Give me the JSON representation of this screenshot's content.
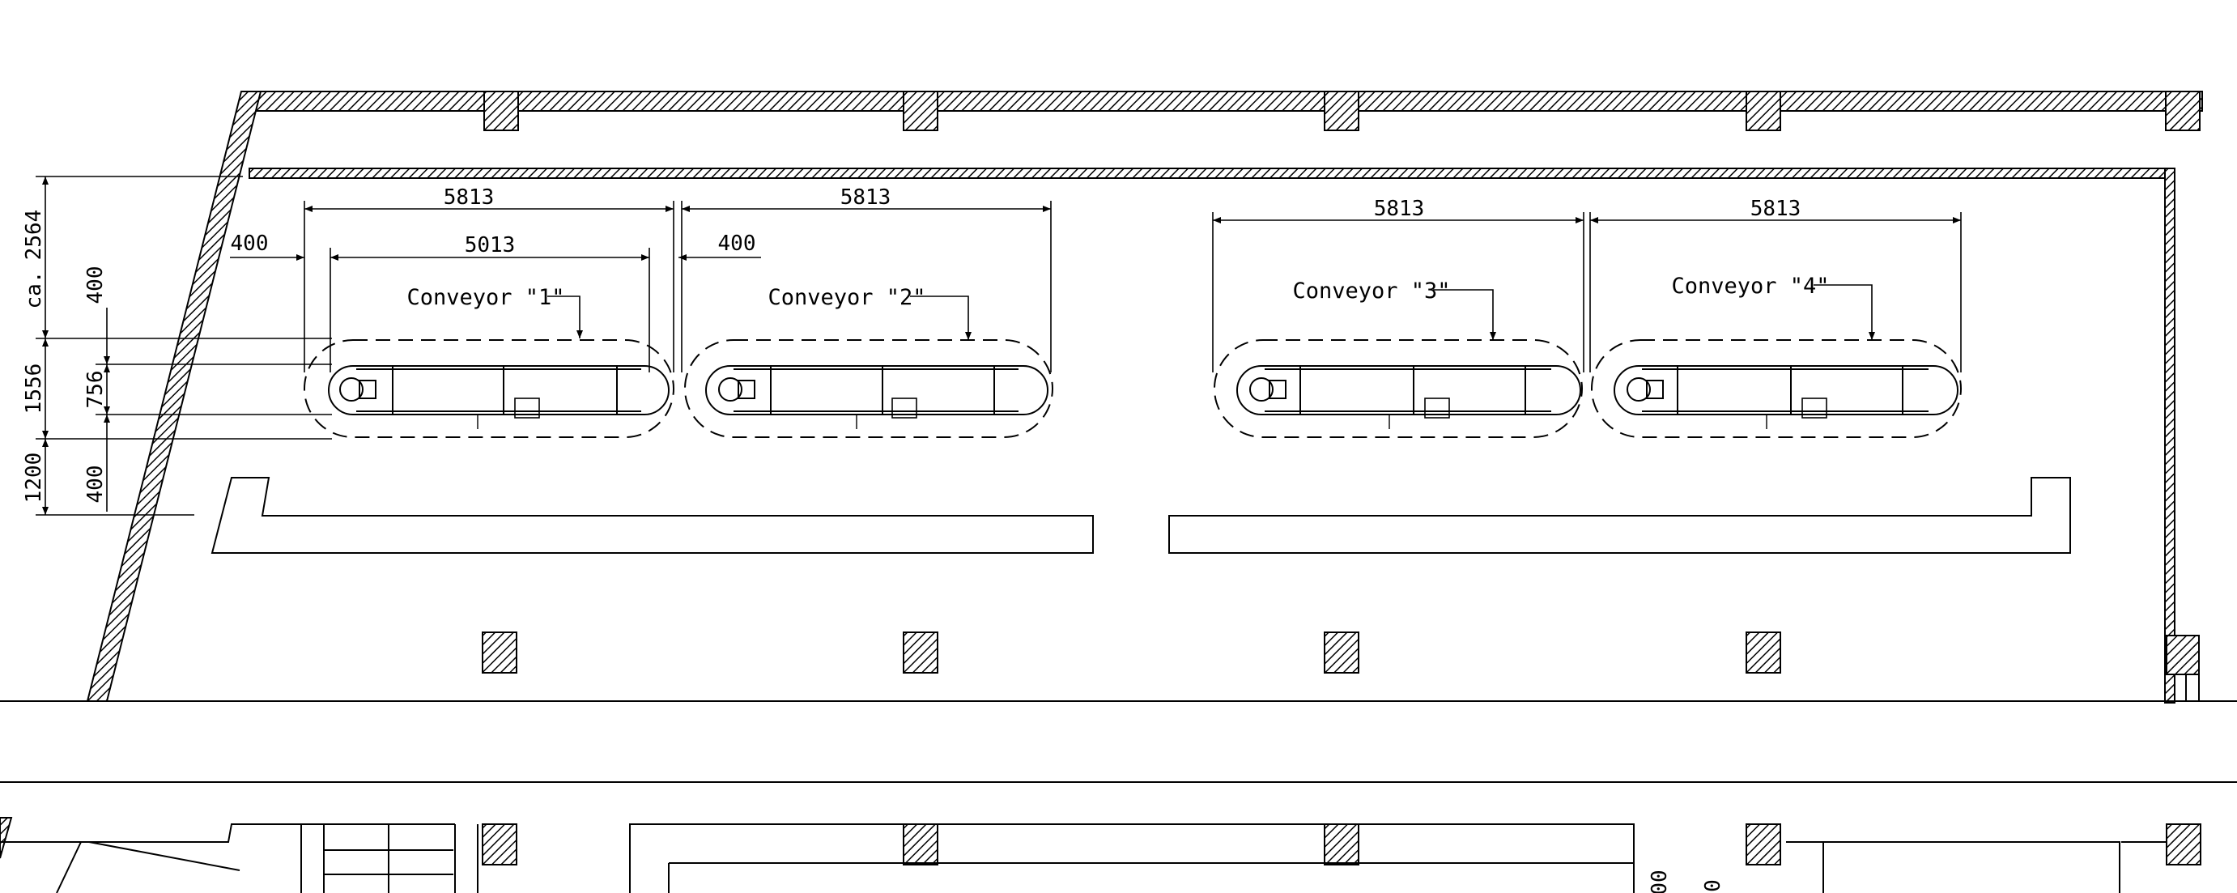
{
  "dimensions": {
    "top_span_1": "5813",
    "top_span_2": "5813",
    "top_span_3": "5813",
    "top_span_4": "5813",
    "inner_span_1": "5013",
    "offset_left": "400",
    "offset_mid": "400",
    "left_ca": "ca.",
    "left_2564": "2564",
    "left_1556": "1556",
    "left_1200": "1200",
    "right_400_top": "400",
    "right_756": "756",
    "right_400_bottom": "400",
    "bottom_partial": "00",
    "bottom_partial_2": "0"
  },
  "conveyors": [
    {
      "label": "Conveyor \"1\""
    },
    {
      "label": "Conveyor \"2\""
    },
    {
      "label": "Conveyor \"3\""
    },
    {
      "label": "Conveyor \"4\""
    }
  ],
  "colors": {
    "ink": "#000000",
    "paper": "#ffffff"
  }
}
